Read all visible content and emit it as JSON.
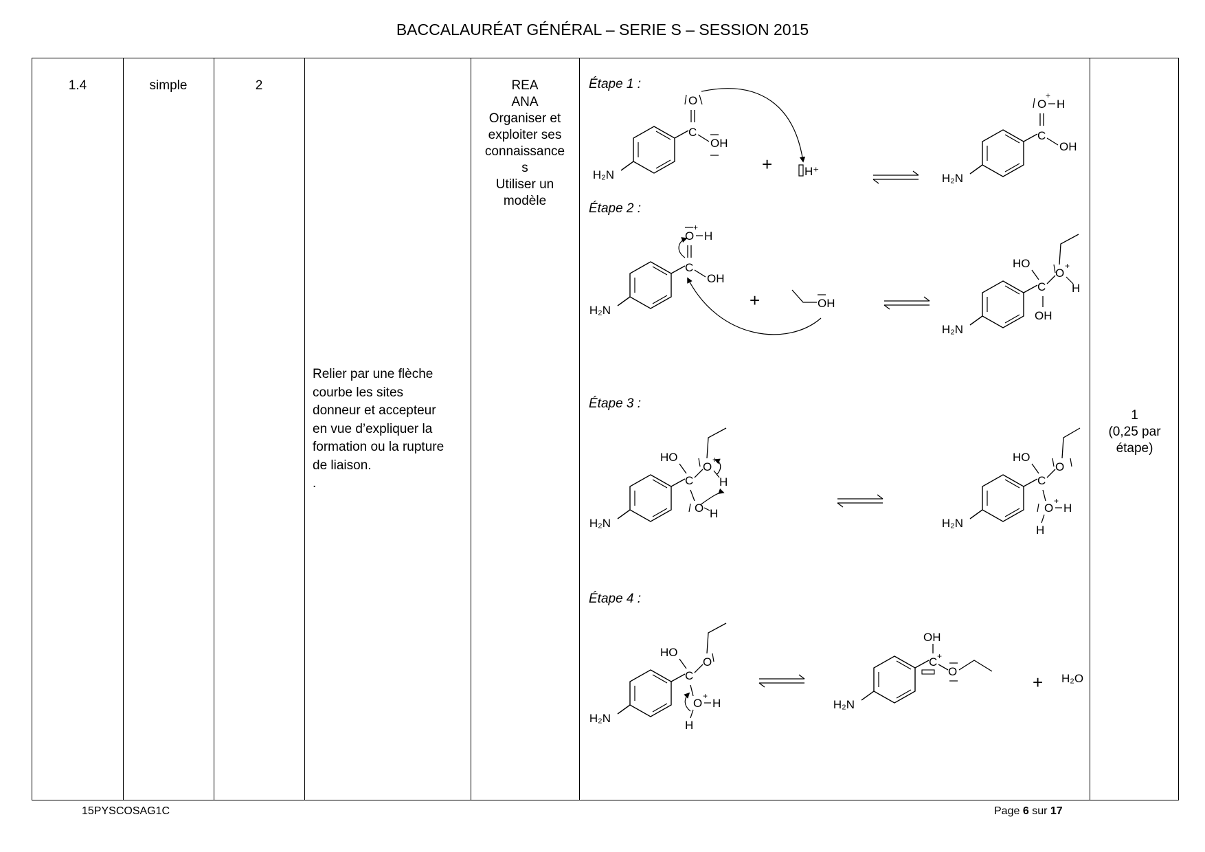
{
  "header": {
    "title": "BACCALAURÉAT GÉNÉRAL – SERIE S – SESSION 2015"
  },
  "row": {
    "question": "1.4",
    "type": "simple",
    "points_col": "2",
    "criteria": [
      "Relier par une flèche",
      "courbe les sites",
      "donneur et accepteur",
      "en vue d’expliquer la",
      "formation ou la rupture",
      "de liaison.",
      "."
    ],
    "competences": [
      "REA",
      "ANA",
      "Organiser et",
      "exploiter ses",
      "connaissance",
      "s",
      "Utiliser un",
      "modèle"
    ],
    "steps": [
      "Étape 1 :",
      "Étape 2 :",
      "Étape 3 :",
      "Étape  4 :"
    ],
    "bareme": [
      "1",
      "(0,25 par",
      "étape)"
    ]
  },
  "chem": {
    "nh2": "H₂N",
    "c": "C",
    "o": "O",
    "oh": "OH",
    "ho": "HO",
    "h": "H",
    "h_plus": "H⁺",
    "plus": "+",
    "water": "H₂O",
    "charge": "+"
  },
  "footer": {
    "code": "15PYSCOSAG1C",
    "page_label": "Page",
    "page": "6",
    "sur": "sur",
    "total": "17"
  }
}
